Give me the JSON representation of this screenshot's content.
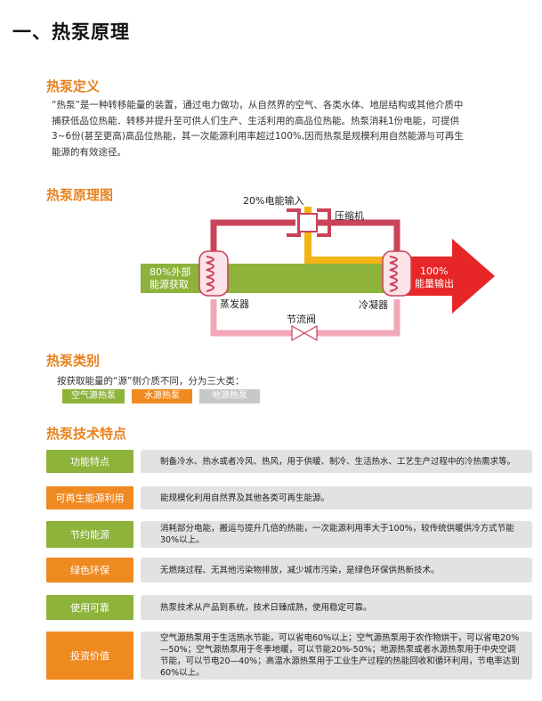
{
  "page_title": "一、热泵原理",
  "definition": {
    "title": "热泵定义",
    "text": "“热泵”是一种转移能量的装置，通过电力做功，从自然界的空气、各类水体、地层结构或其他介质中捕获低品位热能．转移并提升至可供人们生产、生活利用的高品位热能。热泵消耗1份电能，可提供3~6份(甚至更高)高品位热能，其一次能源利用率超过100%,因而热泵是规模利用自然能源与可再生能源的有效途径。"
  },
  "diagram": {
    "title": "热泵原理图",
    "power_input": "20%电能输入",
    "compressor": "压缩机",
    "external_energy_line1": "80%外部",
    "external_energy_line2": "能源获取",
    "evaporator": "蒸发器",
    "condenser": "冷凝器",
    "expansion_valve": "节流阀",
    "output_line1": "100%",
    "output_line2": "能量输出"
  },
  "types": {
    "title": "热泵类别",
    "lead": "按获取能量的“源”侧介质不同，分为三大类：",
    "items": [
      "空气源热泵",
      "水源热泵",
      "地源热泵"
    ],
    "colors": [
      "#8db33a",
      "#ef8a21",
      "#c8c8c8"
    ]
  },
  "features": {
    "title": "热泵技术特点",
    "rows": [
      {
        "label": "功能特点",
        "desc": "制备冷水、热水或者冷风、热风，用于供暖、制冷、生活热水、工艺生产过程中的冷热需求等。",
        "color": "#8db33a"
      },
      {
        "label": "可再生能源利用",
        "desc": "能规模化利用自然界及其他各类可再生能源。",
        "color": "#ef8a21"
      },
      {
        "label": "节约能源",
        "desc": "消耗部分电能，搬运与提升几倍的热能，一次能源利用率大于100%，较传统供暖供冷方式节能30%以上。",
        "color": "#8db33a"
      },
      {
        "label": "绿色环保",
        "desc": "无燃烧过程、无其他污染物排放，减少城市污染，是绿色环保供热新技术。",
        "color": "#ef8a21"
      },
      {
        "label": "使用可靠",
        "desc": "热泵技术从产品到系统，技术日臻成熟，使用稳定可靠。",
        "color": "#8db33a"
      },
      {
        "label": "投资价值",
        "desc": "空气源热泵用于生活热水节能，可以省电60%以上；空气源热泵用于农作物烘干，可以省电20%—50%；空气源热泵用于冬季地暖，可以节能20%-50%；地源热泵或者水源热泵用于中央空调节能，可以节电20—40%；高温水源热泵用于工业生产过程的热能回收和循环利用，节电率达到60%以上。",
        "color": "#ef8a21"
      }
    ]
  }
}
